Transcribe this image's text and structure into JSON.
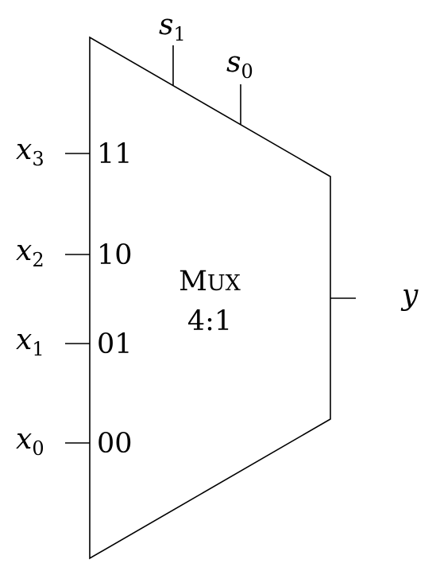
{
  "mux": {
    "title_first": "M",
    "title_rest": "UX",
    "ratio": "4:1"
  },
  "select": [
    {
      "var": "s",
      "sub": "1"
    },
    {
      "var": "s",
      "sub": "0"
    }
  ],
  "inputs": [
    {
      "var": "x",
      "sub": "3",
      "code": "11"
    },
    {
      "var": "x",
      "sub": "2",
      "code": "10"
    },
    {
      "var": "x",
      "sub": "1",
      "code": "01"
    },
    {
      "var": "x",
      "sub": "0",
      "code": "00"
    }
  ],
  "output": {
    "var": "y"
  }
}
